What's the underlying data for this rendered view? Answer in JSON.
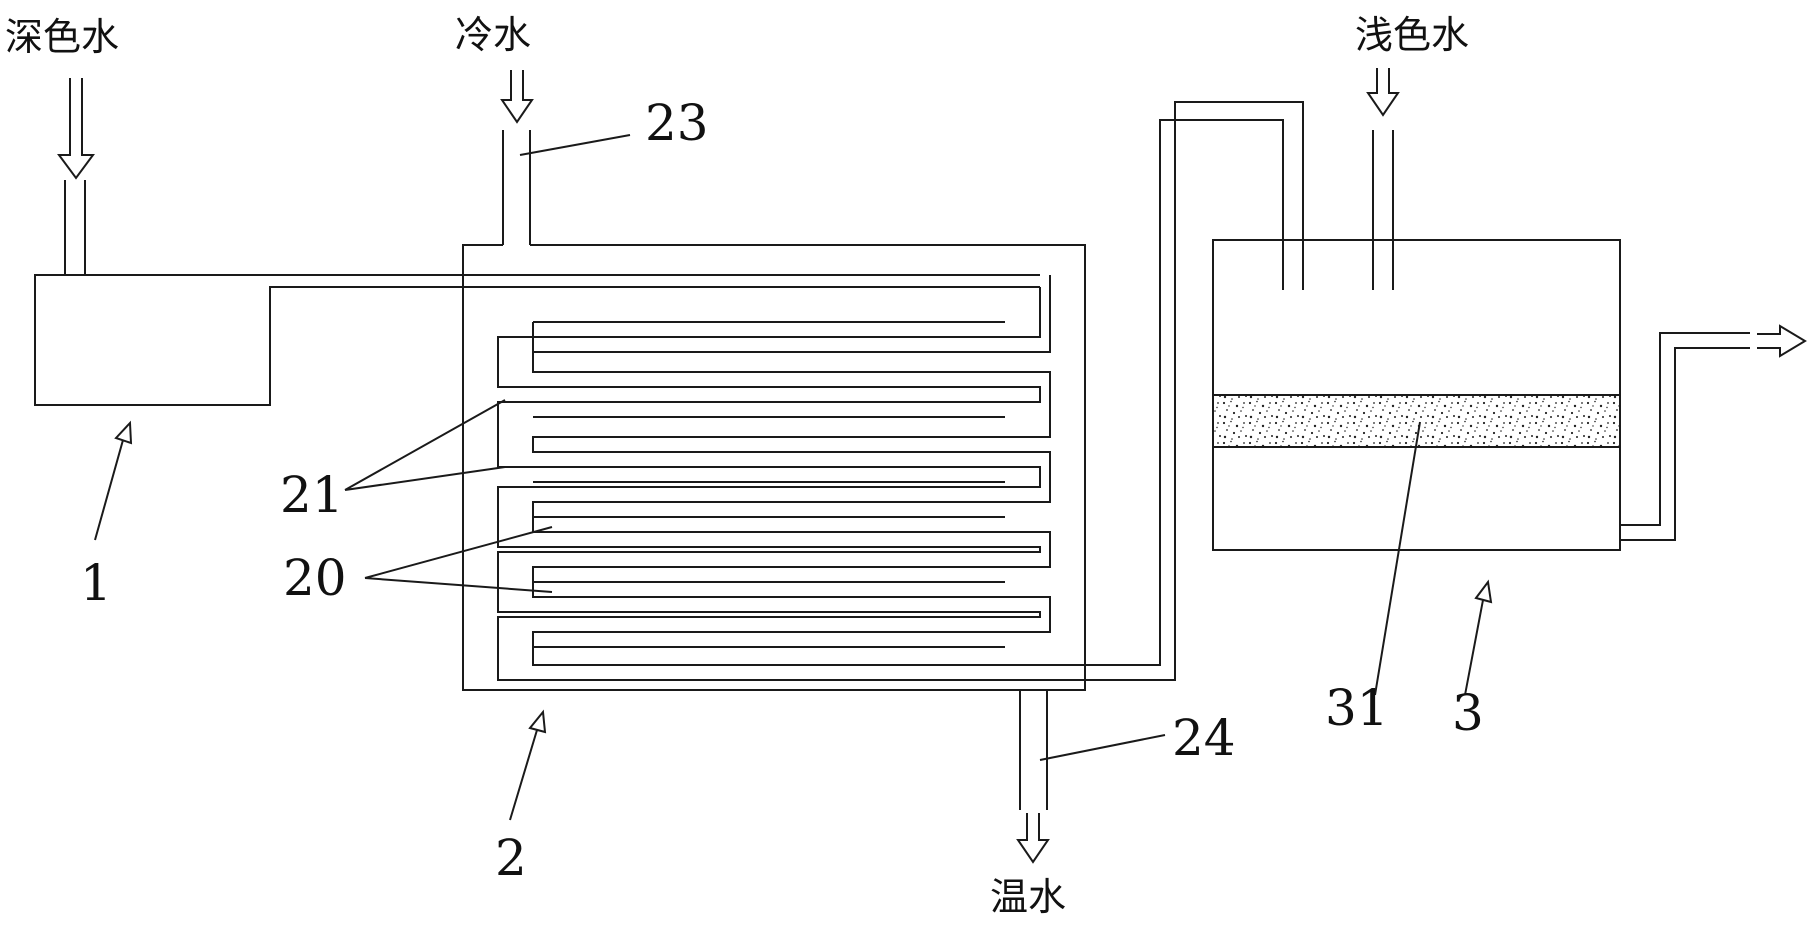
{
  "inlets": {
    "dark_water": "深色水",
    "cold_water": "冷水",
    "light_water": "浅色水"
  },
  "outlets": {
    "warm_water": "温水"
  },
  "reference_numerals": {
    "tank": "1",
    "heat_exchanger": "2",
    "filter_tank": "3",
    "exchange_plates": "20",
    "flow_channels": "21",
    "cold_water_inlet_pipe": "23",
    "warm_water_outlet_pipe": "24",
    "filter_layer": "31"
  }
}
